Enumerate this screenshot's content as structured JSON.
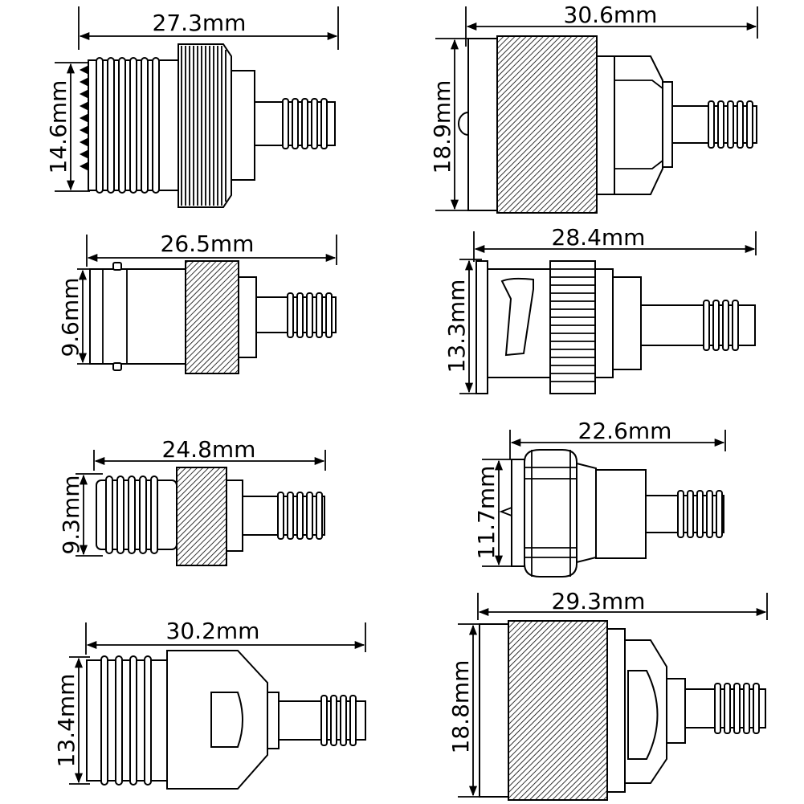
{
  "connectors": [
    {
      "id": "c1",
      "length": "27.3mm",
      "height": "14.6mm"
    },
    {
      "id": "c2",
      "length": "30.6mm",
      "height": "18.9mm"
    },
    {
      "id": "c3",
      "length": "26.5mm",
      "height": "9.6mm"
    },
    {
      "id": "c4",
      "length": "28.4mm",
      "height": "13.3mm"
    },
    {
      "id": "c5",
      "length": "24.8mm",
      "height": "9.3mm"
    },
    {
      "id": "c6",
      "length": "22.6mm",
      "height": "11.7mm"
    },
    {
      "id": "c7",
      "length": "30.2mm",
      "height": "13.4mm"
    },
    {
      "id": "c8",
      "length": "29.3mm",
      "height": "18.8mm"
    }
  ]
}
